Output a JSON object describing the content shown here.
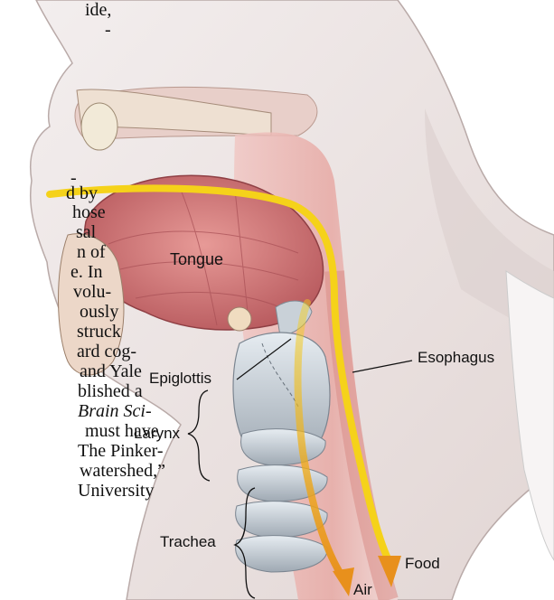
{
  "article_text_lines": [
    "ide,",
    "-",
    "-",
    "d by",
    "hose",
    "sal",
    "n of",
    "e. In",
    "volu-",
    "ously",
    "struck",
    "ard cog-",
    "and Yale",
    "blished a",
    "Brain Sci-",
    "must have",
    "The Pinker-",
    "watershed,”",
    "University"
  ],
  "labels": {
    "tongue": "Tongue",
    "epiglottis": "Epiglottis",
    "esophagus": "Esophagus",
    "larynx": "Larynx",
    "trachea": "Trachea",
    "food": "Food",
    "air": "Air"
  },
  "colors": {
    "pathway": "#f5d21a",
    "food_arrow": "#e8901c",
    "air_arrow": "#e8901c",
    "larynx": "#c3ccd4",
    "tongue": "#c96a6c",
    "skin": "#ece4e2"
  }
}
